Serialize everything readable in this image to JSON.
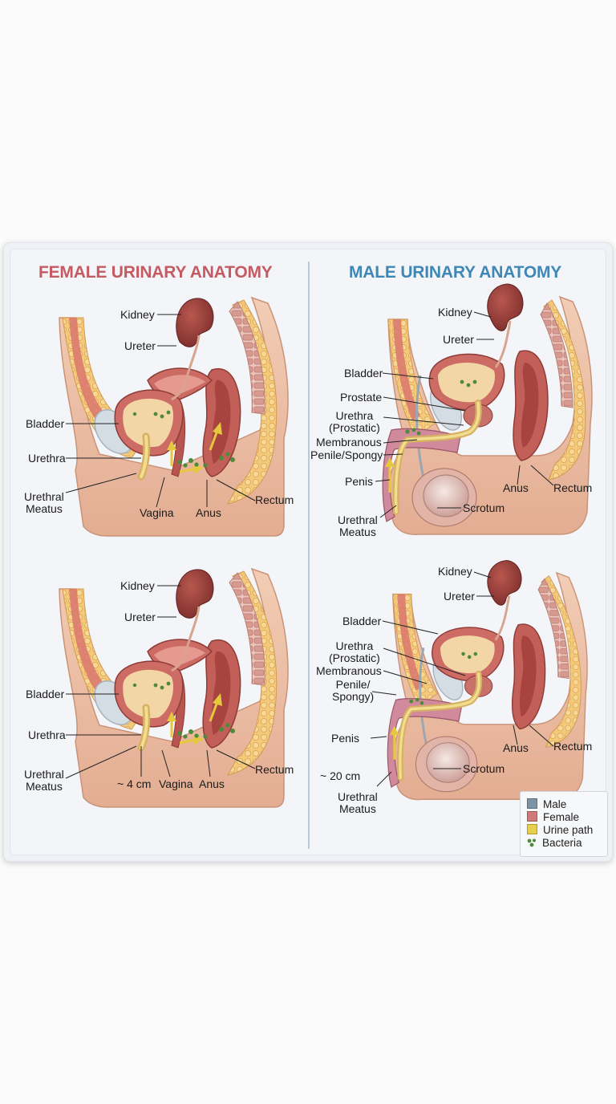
{
  "titles": {
    "female": "FEMALE URINARY ANATOMY",
    "male": "MALE URINARY ANATOMY"
  },
  "female_top": {
    "kidney": "Kidney",
    "ureter": "Ureter",
    "bladder": "Bladder",
    "urethra": "Urethra",
    "meatus": "Urethral\nMeatus",
    "vagina": "Vagina",
    "anus": "Anus",
    "rectum": "Rectum"
  },
  "female_bottom": {
    "kidney": "Kidney",
    "ureter": "Ureter",
    "bladder": "Bladder",
    "urethra": "Urethra",
    "meatus": "Urethral\nMeatus",
    "length": "~ 4 cm",
    "vagina": "Vagina",
    "anus": "Anus",
    "rectum": "Rectum"
  },
  "male_top": {
    "kidney": "Kidney",
    "ureter": "Ureter",
    "bladder": "Bladder",
    "prostate": "Prostate",
    "urethra_prostatic": "Urethra\n(Prostatic)",
    "membranous": "Membranous",
    "penile": "Penile/Spongy",
    "penis": "Penis",
    "meatus": "Urethral\nMeatus",
    "scrotum": "Scrotum",
    "anus": "Anus",
    "rectum": "Rectum"
  },
  "male_bottom": {
    "kidney": "Kidney",
    "ureter": "Ureter",
    "bladder": "Bladder",
    "urethra_prostatic": "Urethra\n(Prostatic)",
    "membranous": "Membranous",
    "penile": "Penile/\nSpongy)",
    "penis": "Penis",
    "length": "~ 20 cm",
    "meatus": "Urethral\nMeatus",
    "scrotum": "Scrotum",
    "anus": "Anus",
    "rectum": "Rectum"
  },
  "legend": [
    {
      "label": "Male",
      "color": "#7d93a6"
    },
    {
      "label": "Female",
      "color": "#cf7a78"
    },
    {
      "label": "Urine path",
      "color": "#e6cf4a"
    },
    {
      "label": "Bacteria",
      "color": "#4f8a3a"
    }
  ],
  "colors": {
    "skin": "#edc3a8",
    "muscle": "#c9645f",
    "fat": "#f0c573",
    "urethra": "#e8cf86",
    "bone": "#cfd7de",
    "bacteria": "#4f8a3a"
  }
}
